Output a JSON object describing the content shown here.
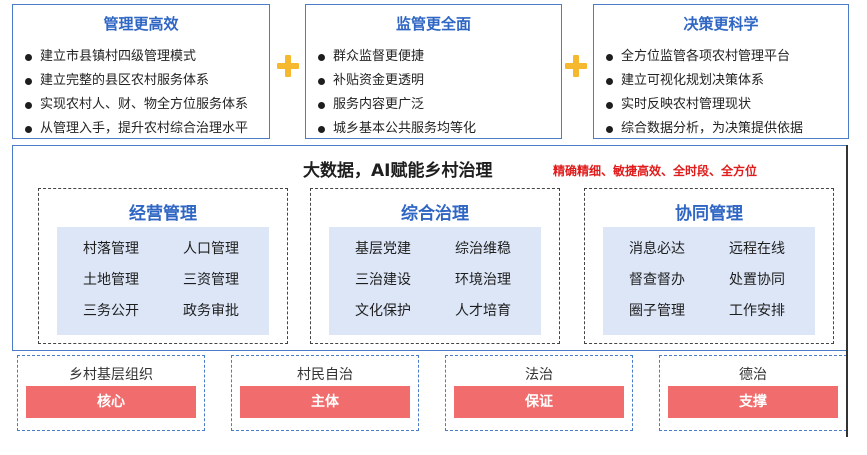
{
  "top": [
    {
      "title": "管理更高效",
      "items": [
        "建立市县镇村四级管理模式",
        "建立完整的县区农村服务体系",
        "实现农村人、财、物全方位服务体系",
        "从管理入手，提升农村综合治理水平"
      ]
    },
    {
      "title": "监管更全面",
      "items": [
        "群众监督更便捷",
        "补贴资金更透明",
        "服务内容更广泛",
        "城乡基本公共服务均等化"
      ]
    },
    {
      "title": "决策更科学",
      "items": [
        "全方位监管各项农村管理平台",
        "建立可视化规划决策体系",
        "实时反映农村管理现状",
        "综合数据分析，为决策提供依据"
      ]
    }
  ],
  "middle": {
    "title": "大数据，AI赋能乡村治理",
    "subtitle": "精确精细、敏捷高效、全时段、全方位",
    "groups": [
      {
        "title": "经营管理",
        "cells": [
          "村落管理",
          "人口管理",
          "土地管理",
          "三资管理",
          "三务公开",
          "政务审批"
        ]
      },
      {
        "title": "综合治理",
        "cells": [
          "基层党建",
          "综治维稳",
          "三治建设",
          "环境治理",
          "文化保护",
          "人才培育"
        ]
      },
      {
        "title": "协同管理",
        "cells": [
          "消息必达",
          "远程在线",
          "督查督办",
          "处置协同",
          "圈子管理",
          "工作安排"
        ]
      }
    ]
  },
  "bottom": [
    {
      "label": "乡村基层组织",
      "bar": "核心"
    },
    {
      "label": "村民自治",
      "bar": "主体"
    },
    {
      "label": "法治",
      "bar": "保证"
    },
    {
      "label": "德治",
      "bar": "支撑"
    }
  ],
  "colors": {
    "accent_blue": "#2f66c4",
    "plus_yellow": "#f5b82e",
    "bar_red": "#f16d6d",
    "highlight_red": "#e01b1b",
    "panel_blue": "#dce6f7"
  }
}
